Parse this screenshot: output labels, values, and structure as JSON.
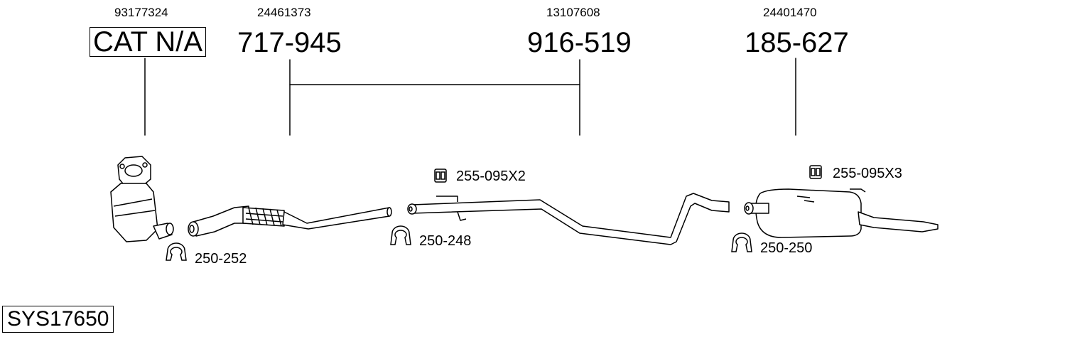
{
  "oem_numbers": [
    "93177324",
    "24461373",
    "13107608",
    "24401470"
  ],
  "part_numbers": [
    "CAT N/A",
    "717-945",
    "916-519",
    "185-627"
  ],
  "accessories": [
    "250-252",
    "250-248",
    "250-250",
    "255-095X2",
    "255-095X3"
  ],
  "system_id": "SYS17650"
}
